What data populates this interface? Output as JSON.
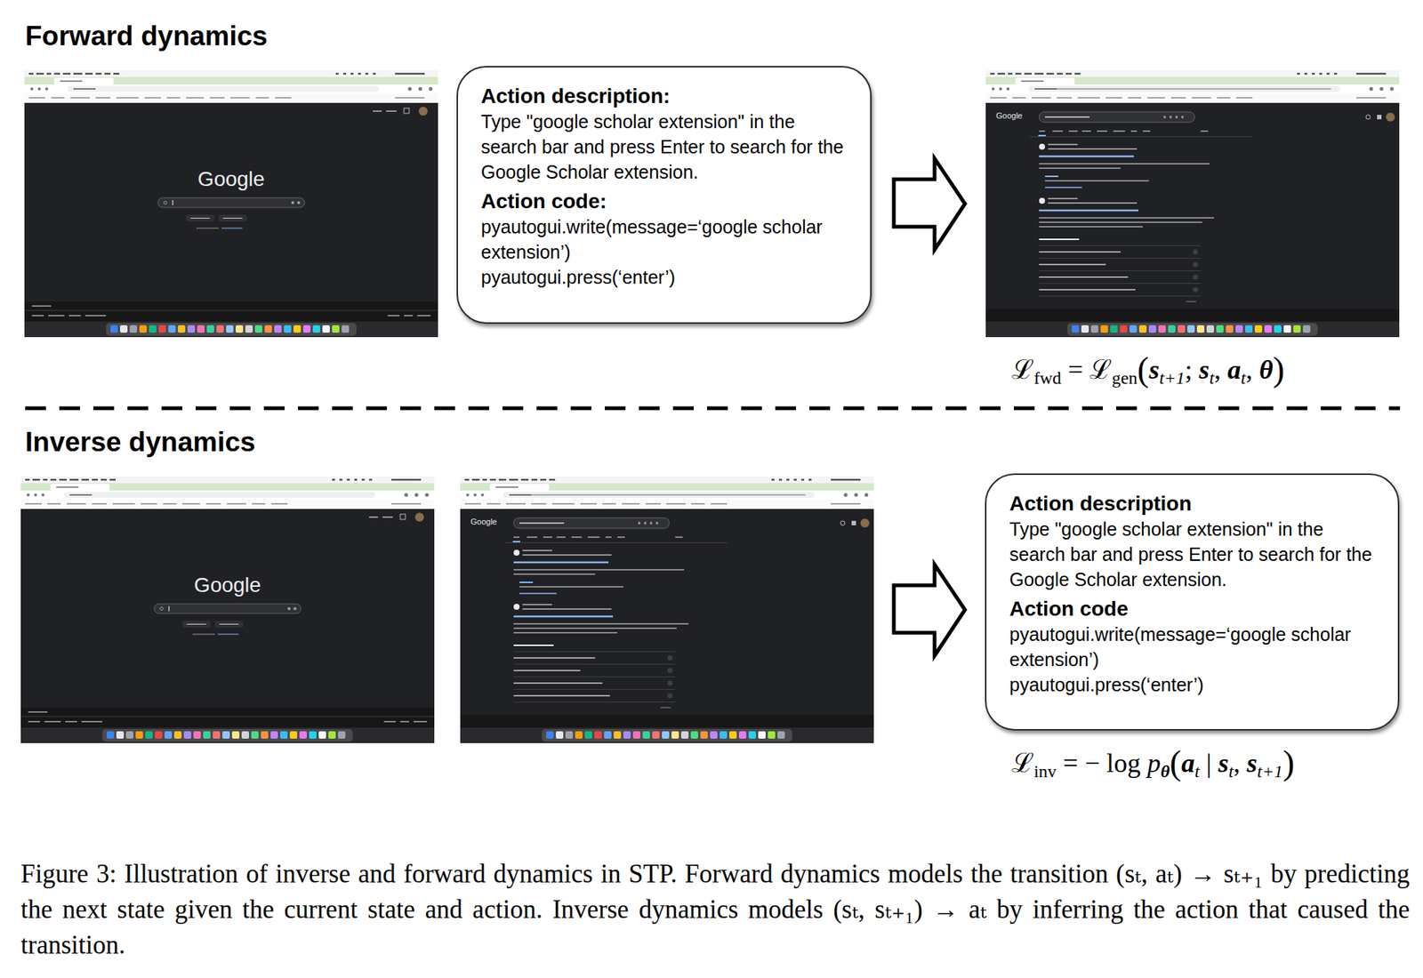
{
  "diagram": {
    "caption": "Figure 3: Illustration of inverse and forward dynamics in STP. Forward dynamics models the transition (sₜ, aₜ) → sₜ₊₁ by predicting the next state given the current state and action. Inverse dynamics models (sₜ, sₜ₊₁) → aₜ by inferring the action that caused the transition.",
    "nodes": [
      {
        "text": [
          "Action description:",
          "Type \"google scholar extension\" in the search bar and press Enter to search for the Google Scholar extension.",
          "Action code:",
          "pyautogui.write(message=‘google scholar extension’)",
          "pyautogui.press(‘enter’)"
        ]
      },
      {
        "text": [
          "Action description",
          "Type \"google scholar extension\" in the search bar and press Enter to search for the Google Scholar extension.",
          "Action code",
          "pyautogui.write(message=‘google scholar extension’)",
          "pyautogui.press(‘enter’)"
        ]
      }
    ],
    "labels": [
      "Forward dynamics",
      "Google",
      "Google",
      "ℒ",
      "fwd",
      " = ℒ",
      "gen",
      "(",
      "s",
      "t+1",
      "; ",
      "s",
      "t",
      ", ",
      "a",
      "t",
      ", ",
      "θ",
      ")",
      "Inverse dynamics",
      "Google",
      "Google",
      "ℒ",
      "inv",
      " = − log ",
      "p",
      "θ",
      "(",
      "a",
      "t",
      " | ",
      "s",
      "t",
      ", ",
      "s",
      "t+1",
      ")"
    ]
  }
}
